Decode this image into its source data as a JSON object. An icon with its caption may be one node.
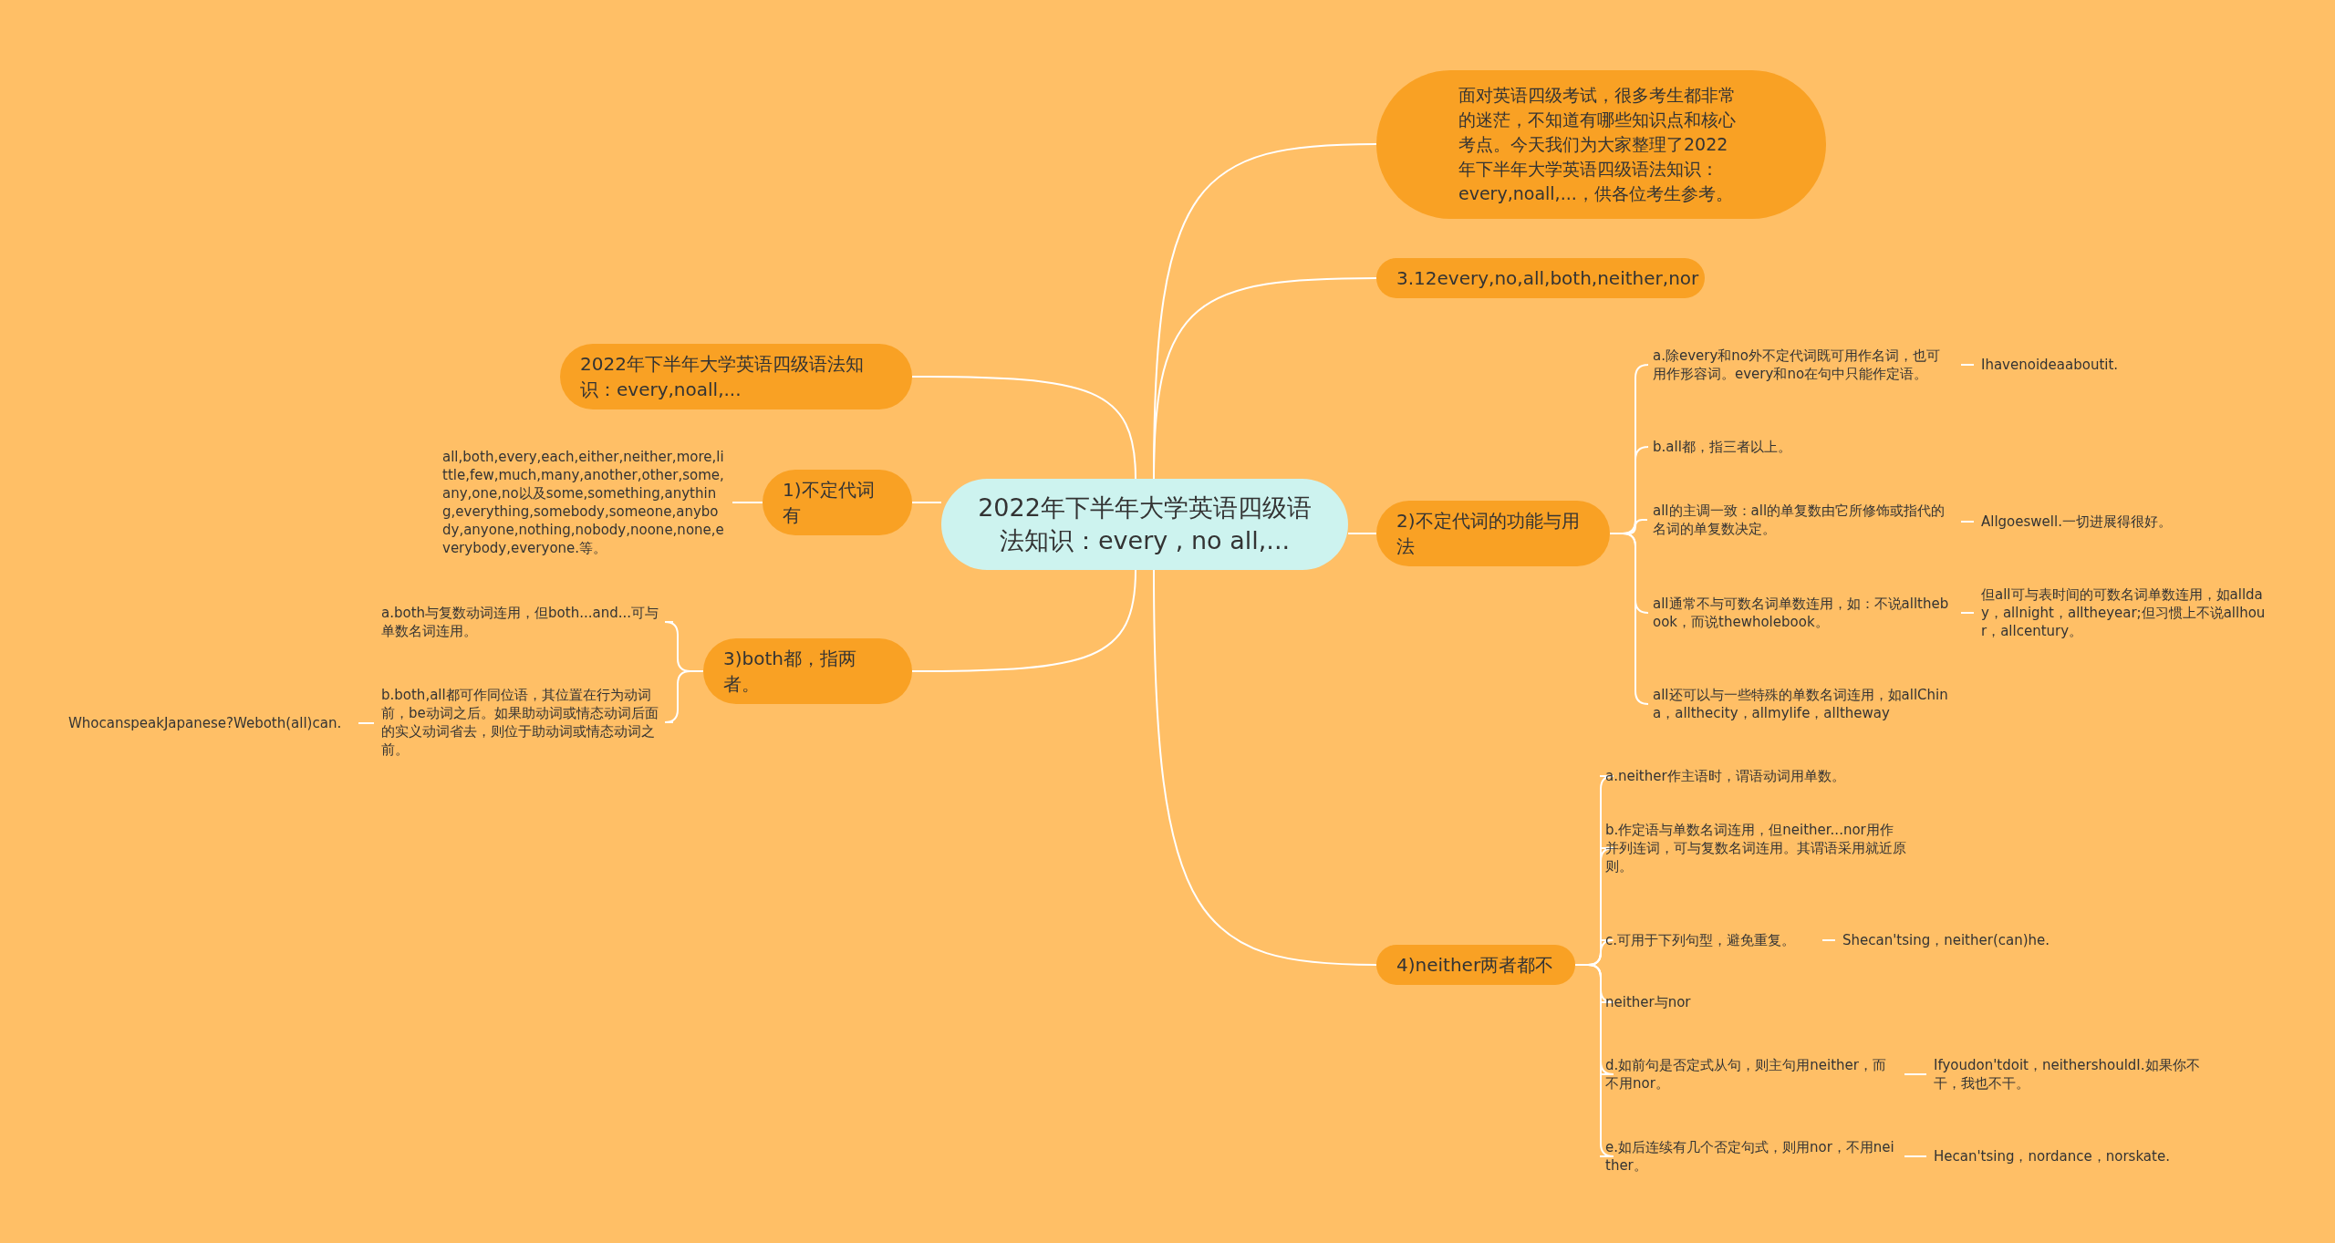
{
  "diagram": {
    "nodes": [
      {
        "text": [
          "2022年下半年大学英语四级语法知识：every , no all,..."
        ]
      },
      {
        "text": [
          "面对英语四级考试，很多考生都非常的迷茫，不知道有哪些知识点和核心考点。今天我们为大家整理了2022年下半年大学英语四级语法知识：every,noall,...，供各位考生参考。"
        ]
      },
      {
        "text": [
          "3.12every,no,all,both,neither,nor"
        ]
      },
      {
        "text": [
          "2)不定代词的功能与用法"
        ]
      },
      {
        "text": [
          "a.除every和no外不定代词既可用作名词，也可用作形容词。every和no在句中只能作定语。"
        ]
      },
      {
        "text": [
          "Ihavenoideaaboutit."
        ]
      },
      {
        "text": [
          "b.all都，指三者以上。"
        ]
      },
      {
        "text": [
          "all的主调一致：all的单复数由它所修饰或指代的名词的单复数决定。"
        ]
      },
      {
        "text": [
          "Allgoeswell.一切进展得很好。"
        ]
      },
      {
        "text": [
          "all通常不与可数名词单数连用，如：不说allthebook，而说thewholebook。"
        ]
      },
      {
        "text": [
          "但all可与表时间的可数名词单数连用，如allday，allnight，alltheyear;但习惯上不说allhour，allcentury。"
        ]
      },
      {
        "text": [
          "all还可以与一些特殊的单数名词连用，如allChina，allthecity，allmylife，alltheway"
        ]
      },
      {
        "text": [
          "4)neither两者都不"
        ]
      },
      {
        "text": [
          "a.neither作主语时，谓语动词用单数。"
        ]
      },
      {
        "text": [
          "b.作定语与单数名词连用，但neither...nor用作并列连词，可与复数名词连用。其谓语采用就近原则。"
        ]
      },
      {
        "text": [
          "c.可用于下列句型，避免重复。"
        ]
      },
      {
        "text": [
          "Shecan'tsing，neither(can)he."
        ]
      },
      {
        "text": [
          "neither与nor"
        ]
      },
      {
        "text": [
          "d.如前句是否定式从句，则主句用neither，而不用nor。"
        ]
      },
      {
        "text": [
          "Ifyoudon'tdoit，neithershouldI.如果你不干，我也不干。"
        ]
      },
      {
        "text": [
          "e.如后连续有几个否定句式，则用nor，不用neither。"
        ]
      },
      {
        "text": [
          "Hecan'tsing，nordance，norskate."
        ]
      },
      {
        "text": [
          "2022年下半年大学英语四级语法知识：every,noall,..."
        ]
      },
      {
        "text": [
          "1)不定代词有"
        ]
      },
      {
        "text": [
          "all,both,every,each,either,neither,more,little,few,much,many,another,other,some,any,one,no以及some,something,anything,everything,somebody,someone,anybody,anyone,nothing,nobody,noone,none,everybody,everyone.等。"
        ]
      },
      {
        "text": [
          "3)both都，指两者。"
        ]
      },
      {
        "text": [
          "a.both与复数动词连用，但both...and...可与单数名词连用。"
        ]
      },
      {
        "text": [
          "b.both,all都可作同位语，其位置在行为动词前，be动词之后。如果助动词或情态动词后面的实义动词省去，则位于助动词或情态动词之前。"
        ]
      },
      {
        "text": [
          "WhocanspeakJapanese?Weboth(all)can."
        ]
      }
    ],
    "edges": [
      {
        "from": 0,
        "to": 1,
        "arrow": "none"
      },
      {
        "from": 0,
        "to": 2,
        "arrow": "none"
      },
      {
        "from": 0,
        "to": 3,
        "arrow": "none"
      },
      {
        "from": 3,
        "to": 4,
        "arrow": "none"
      },
      {
        "from": 4,
        "to": 5,
        "arrow": "none"
      },
      {
        "from": 3,
        "to": 6,
        "arrow": "none"
      },
      {
        "from": 3,
        "to": 7,
        "arrow": "none"
      },
      {
        "from": 7,
        "to": 8,
        "arrow": "none"
      },
      {
        "from": 3,
        "to": 9,
        "arrow": "none"
      },
      {
        "from": 9,
        "to": 10,
        "arrow": "none"
      },
      {
        "from": 3,
        "to": 11,
        "arrow": "none"
      },
      {
        "from": 0,
        "to": 12,
        "arrow": "none"
      },
      {
        "from": 12,
        "to": 13,
        "arrow": "none"
      },
      {
        "from": 12,
        "to": 14,
        "arrow": "none"
      },
      {
        "from": 12,
        "to": 15,
        "arrow": "none"
      },
      {
        "from": 15,
        "to": 16,
        "arrow": "none"
      },
      {
        "from": 12,
        "to": 17,
        "arrow": "none"
      },
      {
        "from": 12,
        "to": 18,
        "arrow": "none"
      },
      {
        "from": 18,
        "to": 19,
        "arrow": "none"
      },
      {
        "from": 12,
        "to": 20,
        "arrow": "none"
      },
      {
        "from": 20,
        "to": 21,
        "arrow": "none"
      },
      {
        "from": 0,
        "to": 22,
        "arrow": "none"
      },
      {
        "from": 0,
        "to": 23,
        "arrow": "none"
      },
      {
        "from": 23,
        "to": 24,
        "arrow": "none"
      },
      {
        "from": 0,
        "to": 25,
        "arrow": "none"
      },
      {
        "from": 25,
        "to": 26,
        "arrow": "none"
      },
      {
        "from": 25,
        "to": 27,
        "arrow": "none"
      },
      {
        "from": 27,
        "to": 28,
        "arrow": "none"
      }
    ]
  }
}
